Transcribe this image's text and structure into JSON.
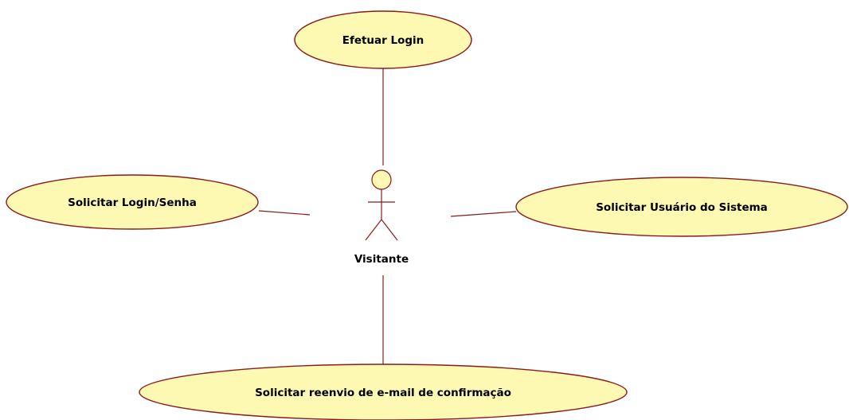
{
  "diagram": {
    "type": "uml-use-case",
    "actor": {
      "label": "Visitante"
    },
    "use_cases": [
      {
        "id": "efetuar-login",
        "label": "Efetuar Login"
      },
      {
        "id": "solicitar-login-senha",
        "label": "Solicitar Login/Senha"
      },
      {
        "id": "solicitar-usuario-sistema",
        "label": "Solicitar Usuário do Sistema"
      },
      {
        "id": "solicitar-reenvio-email",
        "label": "Solicitar reenvio de e-mail de confirmação"
      }
    ],
    "associations": [
      {
        "from": "Visitante",
        "to": "Efetuar Login"
      },
      {
        "from": "Visitante",
        "to": "Solicitar Login/Senha"
      },
      {
        "from": "Visitante",
        "to": "Solicitar Usuário do Sistema"
      },
      {
        "from": "Visitante",
        "to": "Solicitar reenvio de e-mail de confirmação"
      }
    ],
    "colors": {
      "usecase_fill": "#fdf8b2",
      "line": "#8b1a1a",
      "text": "#000000"
    }
  }
}
